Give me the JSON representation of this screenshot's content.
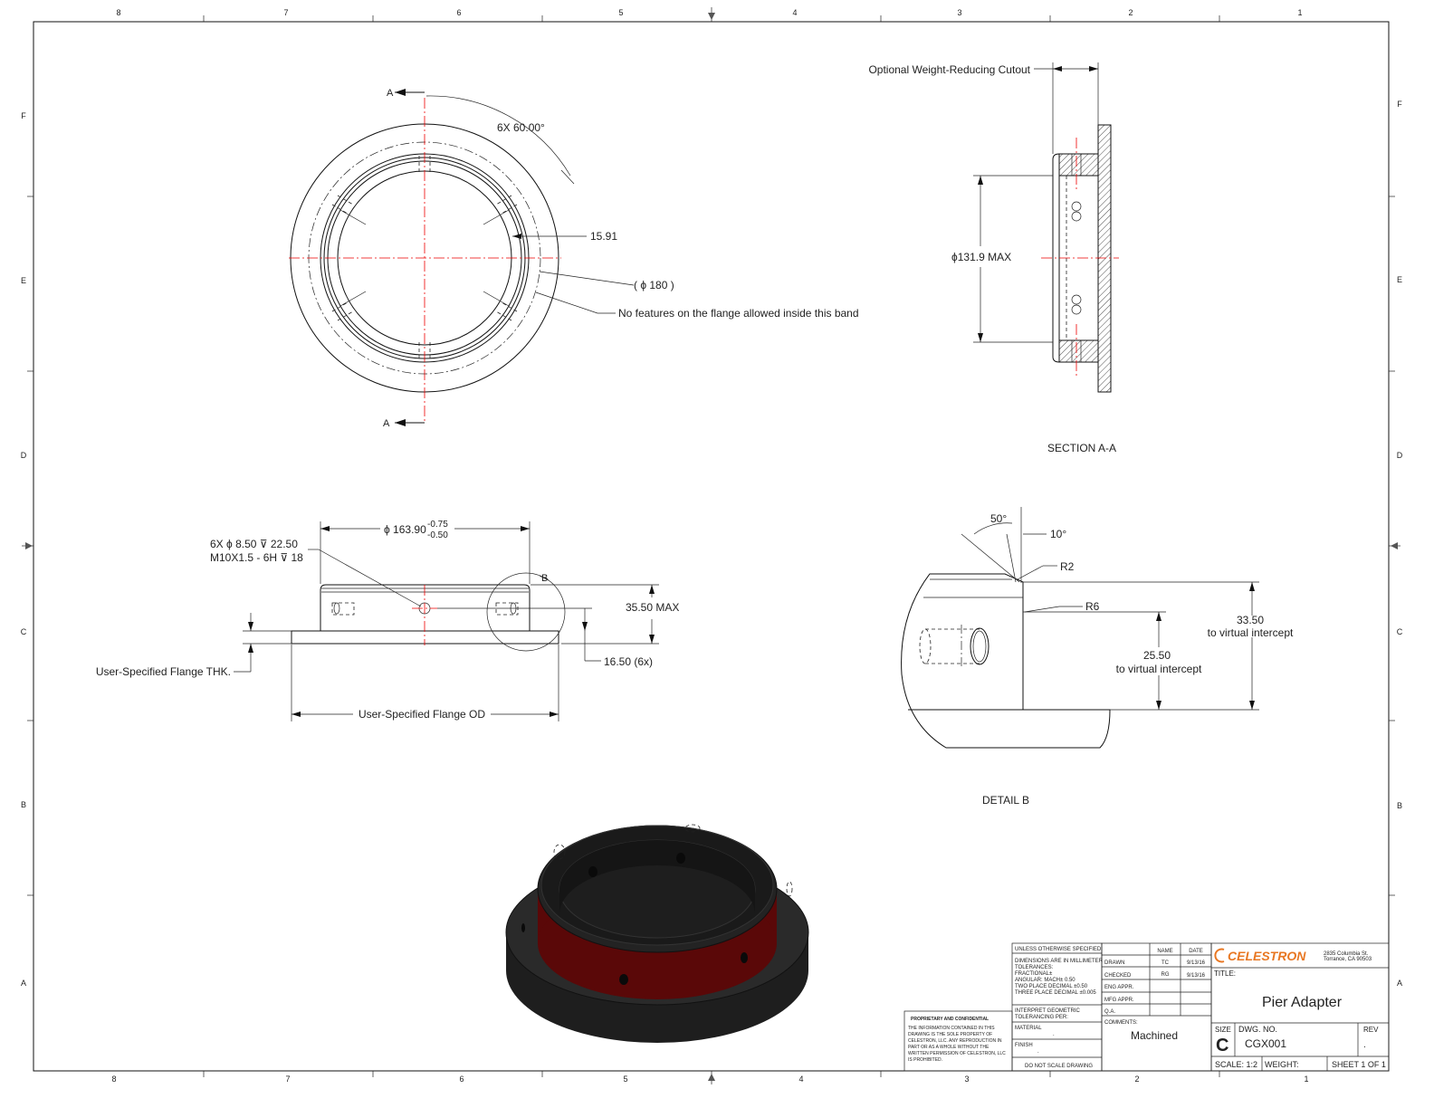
{
  "border": {
    "columns_top": [
      "8",
      "7",
      "6",
      "5",
      "4",
      "3",
      "2",
      "1"
    ],
    "columns_bottom": [
      "8",
      "7",
      "6",
      "5",
      "4",
      "3",
      "2",
      "1"
    ],
    "rows_left": [
      "F",
      "E",
      "D",
      "C",
      "B",
      "A"
    ],
    "rows_right": [
      "F",
      "E",
      "D",
      "C",
      "B",
      "A"
    ]
  },
  "top_view": {
    "section_mark_top": "A",
    "section_mark_bottom": "A",
    "angle_label": "6X 60.00°",
    "dim_15_91": "15.91",
    "dim_phi_180": "( ϕ 180 )",
    "band_note": "No features on the flange allowed inside this band"
  },
  "section_view": {
    "cutout_label": "Optional Weight-Reducing Cutout",
    "dia_label": "ϕ131.9 MAX",
    "title": "SECTION A-A"
  },
  "side_view": {
    "dia_main": "ϕ 163.90",
    "tol_upper": "-0.75",
    "tol_lower": "-0.50",
    "hole_line1": "6X  ϕ  8.50 ⊽ 22.50",
    "hole_line2": "M10X1.5 - 6H ⊽ 18",
    "detail_mark": "B",
    "height_max": "35.50 MAX",
    "height_16": "16.50 (6x)",
    "flange_thk": "User-Specified Flange THK.",
    "flange_od": "User-Specified Flange OD"
  },
  "detail_view": {
    "angle_50": "50°",
    "angle_10": "10°",
    "r2": "R2",
    "r6": "R6",
    "dim_33_50": "33.50",
    "dim_33_50_note": "to virtual intercept",
    "dim_25_50": "25.50",
    "dim_25_50_note": "to virtual intercept",
    "title": "DETAIL B"
  },
  "title_block": {
    "unless": "UNLESS OTHERWISE SPECIFIED:",
    "dims_note": "DIMENSIONS ARE IN MILLIMETER",
    "tol_head": "TOLERANCES:",
    "fractional": "FRACTIONAL±",
    "angular": "ANGULAR: MACH± 0.50",
    "two_place": "TWO PLACE DECIMAL    ±0.50",
    "three_place": "THREE PLACE DECIMAL  ±0.005",
    "interpret": "INTERPRET GEOMETRIC",
    "tolerancing": "TOLERANCING PER:",
    "material_label": "MATERIAL",
    "material_value": ".",
    "finish_label": "FINISH",
    "finish_value": ".",
    "do_not_scale": "DO NOT SCALE DRAWING",
    "col_name": "NAME",
    "col_date": "DATE",
    "drawn_label": "DRAWN",
    "drawn_name": "TC",
    "drawn_date": "9/13/16",
    "checked_label": "CHECKED",
    "checked_name": "RG",
    "checked_date": "9/13/16",
    "eng_appr": "ENG APPR.",
    "mfg_appr": "MFG APPR.",
    "qa": "Q.A.",
    "comments_label": "COMMENTS:",
    "comments_value": "Machined",
    "company": "CELESTRON",
    "address1": "2835 Columbia St.",
    "address2": "Torrance, CA 90503",
    "title_label": "TITLE:",
    "title_value": "Pier Adapter",
    "size_label": "SIZE",
    "size_value": "C",
    "dwg_label": "DWG.  NO.",
    "dwg_value": "CGX001",
    "rev_label": "REV",
    "rev_value": ".",
    "scale": "SCALE: 1:2",
    "weight": "WEIGHT:",
    "sheet": "SHEET 1 OF 1",
    "prop_title": "PROPRIETARY AND CONFIDENTIAL",
    "prop_l1": "THE INFORMATION CONTAINED IN THIS",
    "prop_l2": "DRAWING IS THE SOLE PROPERTY OF",
    "prop_l3": "CELESTRON, LLC.  ANY REPRODUCTION IN",
    "prop_l4": "PART OR AS A WHOLE WITHOUT THE",
    "prop_l5": "WRITTEN PERMISSION OF CELESTRON, LLC",
    "prop_l6": "IS PROHIBITED."
  },
  "colors": {
    "line": "#111111",
    "center": "#e00000",
    "body": "#1e1e1e",
    "band": "#5a0808",
    "brand": "#e87722"
  }
}
